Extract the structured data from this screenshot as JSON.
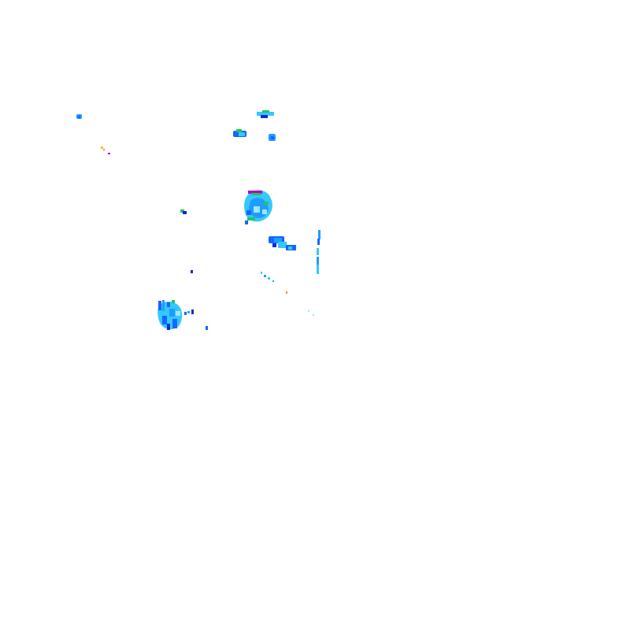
{
  "layer": {
    "kind": "weather-radar-reflectivity",
    "background": "#ffffff",
    "palette": {
      "light": "#9be7ff",
      "cyan": "#35c8ff",
      "sky": "#1e9cff",
      "blue": "#1565ff",
      "deep_blue": "#0b2bd6",
      "green": "#22c55e",
      "yellow": "#f2c230",
      "orange": "#ff8a00",
      "magenta": "#b400c8"
    },
    "echoes": [
      {
        "name": "main-cell",
        "intensity": "moderate"
      },
      {
        "name": "southwest-cell",
        "intensity": "moderate"
      },
      {
        "name": "east-band",
        "intensity": "light"
      },
      {
        "name": "north-cluster",
        "intensity": "light"
      },
      {
        "name": "central-cluster",
        "intensity": "light"
      },
      {
        "name": "scattered-returns",
        "intensity": "isolated"
      }
    ]
  }
}
